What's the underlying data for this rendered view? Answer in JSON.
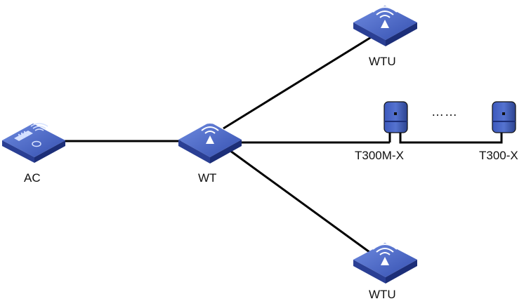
{
  "nodes": {
    "ac": {
      "label": "AC"
    },
    "wt": {
      "label": "WT"
    },
    "wtu_top": {
      "label": "WTU"
    },
    "wtu_bottom": {
      "label": "WTU"
    },
    "t300m": {
      "label": "T300M-X"
    },
    "t300": {
      "label": "T300-X"
    }
  },
  "ellipsis": "……",
  "colors": {
    "device_top": "#3b55b4",
    "device_side": "#22368a",
    "device_light": "#6b86d6",
    "link": "#000000"
  }
}
